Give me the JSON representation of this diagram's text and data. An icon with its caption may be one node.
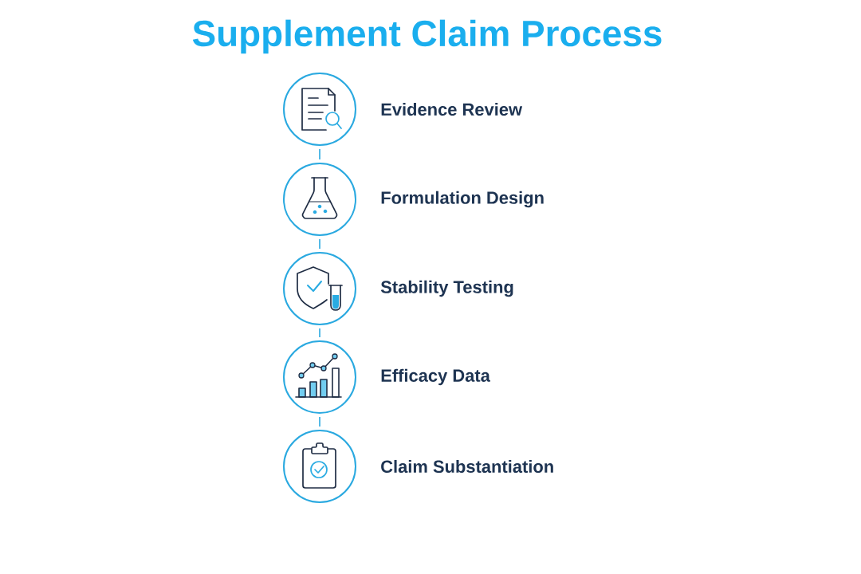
{
  "diagram": {
    "title": "Supplement Claim Process",
    "nodes": [
      {
        "text": [
          "Evidence Review"
        ]
      },
      {
        "text": [
          "Formulation Design"
        ]
      },
      {
        "text": [
          "Stability Testing"
        ]
      },
      {
        "text": [
          "Efficacy Data"
        ]
      },
      {
        "text": [
          "Claim Substantiation"
        ]
      }
    ],
    "edges": [
      {
        "from": 0,
        "to": 1,
        "arrow": "none"
      },
      {
        "from": 1,
        "to": 2,
        "arrow": "none"
      },
      {
        "from": 2,
        "to": 3,
        "arrow": "none"
      },
      {
        "from": 3,
        "to": 4,
        "arrow": "none"
      }
    ]
  }
}
